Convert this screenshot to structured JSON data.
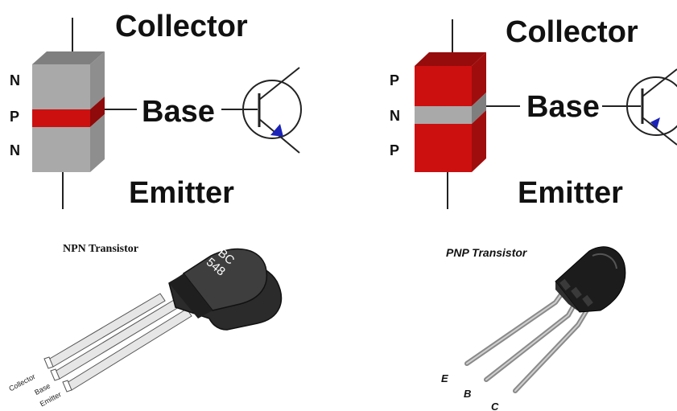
{
  "npn_diagram": {
    "collector_label": "Collector",
    "base_label": "Base",
    "emitter_label": "Emitter",
    "layers": [
      "N",
      "P",
      "N"
    ],
    "outer_color": "#a9a9a9",
    "middle_color": "#cc1010"
  },
  "pnp_diagram": {
    "collector_label": "Collector",
    "base_label": "Base",
    "emitter_label": "Emitter",
    "layers": [
      "P",
      "N",
      "P"
    ],
    "outer_color": "#cc1010",
    "middle_color": "#a9a9a9"
  },
  "npn_photo": {
    "caption": "NPN Transistor",
    "marking_line1": "BC",
    "marking_line2": "548",
    "pins": [
      "Collector",
      "Base",
      "Emitter"
    ]
  },
  "pnp_photo": {
    "caption": "PNP Transistor",
    "pins": [
      "E",
      "B",
      "C"
    ]
  }
}
